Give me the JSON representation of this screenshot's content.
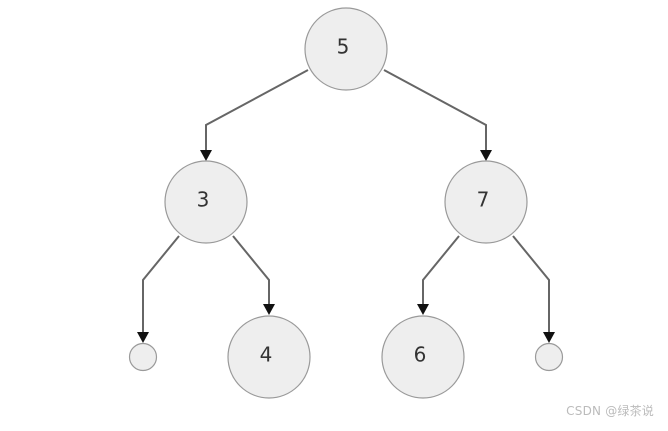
{
  "tree": {
    "nodes": [
      {
        "id": "n5",
        "value": "5"
      },
      {
        "id": "n3",
        "value": "3"
      },
      {
        "id": "n7",
        "value": "7"
      },
      {
        "id": "n4",
        "value": "4"
      },
      {
        "id": "n6",
        "value": "6"
      }
    ],
    "edges": [
      {
        "from": "n5",
        "to": "n3"
      },
      {
        "from": "n5",
        "to": "n7"
      },
      {
        "from": "n3",
        "to": "null-left"
      },
      {
        "from": "n3",
        "to": "n4"
      },
      {
        "from": "n7",
        "to": "n6"
      },
      {
        "from": "n7",
        "to": "null-right"
      }
    ],
    "colors": {
      "node_fill": "#eeeeee",
      "node_stroke": "#9a9a9a",
      "edge": "#666666",
      "arrow": "#111111"
    }
  },
  "watermark": "CSDN @绿茶说"
}
